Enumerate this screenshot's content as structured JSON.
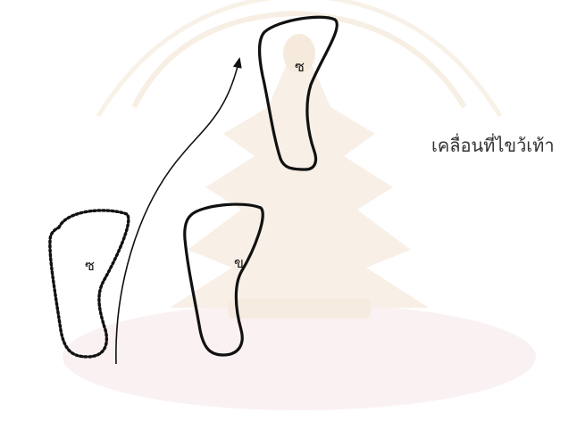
{
  "diagram": {
    "caption": "เคลื่อนที่ไขว้เท้า",
    "foot_labels": {
      "moved_right_foot": "ซ",
      "original_right_foot": "ซ",
      "left_foot": "ข"
    },
    "colors": {
      "outline": "#111111",
      "watermark": "#f0d9d9",
      "watermark_base": "#f6e6e9",
      "caption_text": "#333333"
    }
  }
}
